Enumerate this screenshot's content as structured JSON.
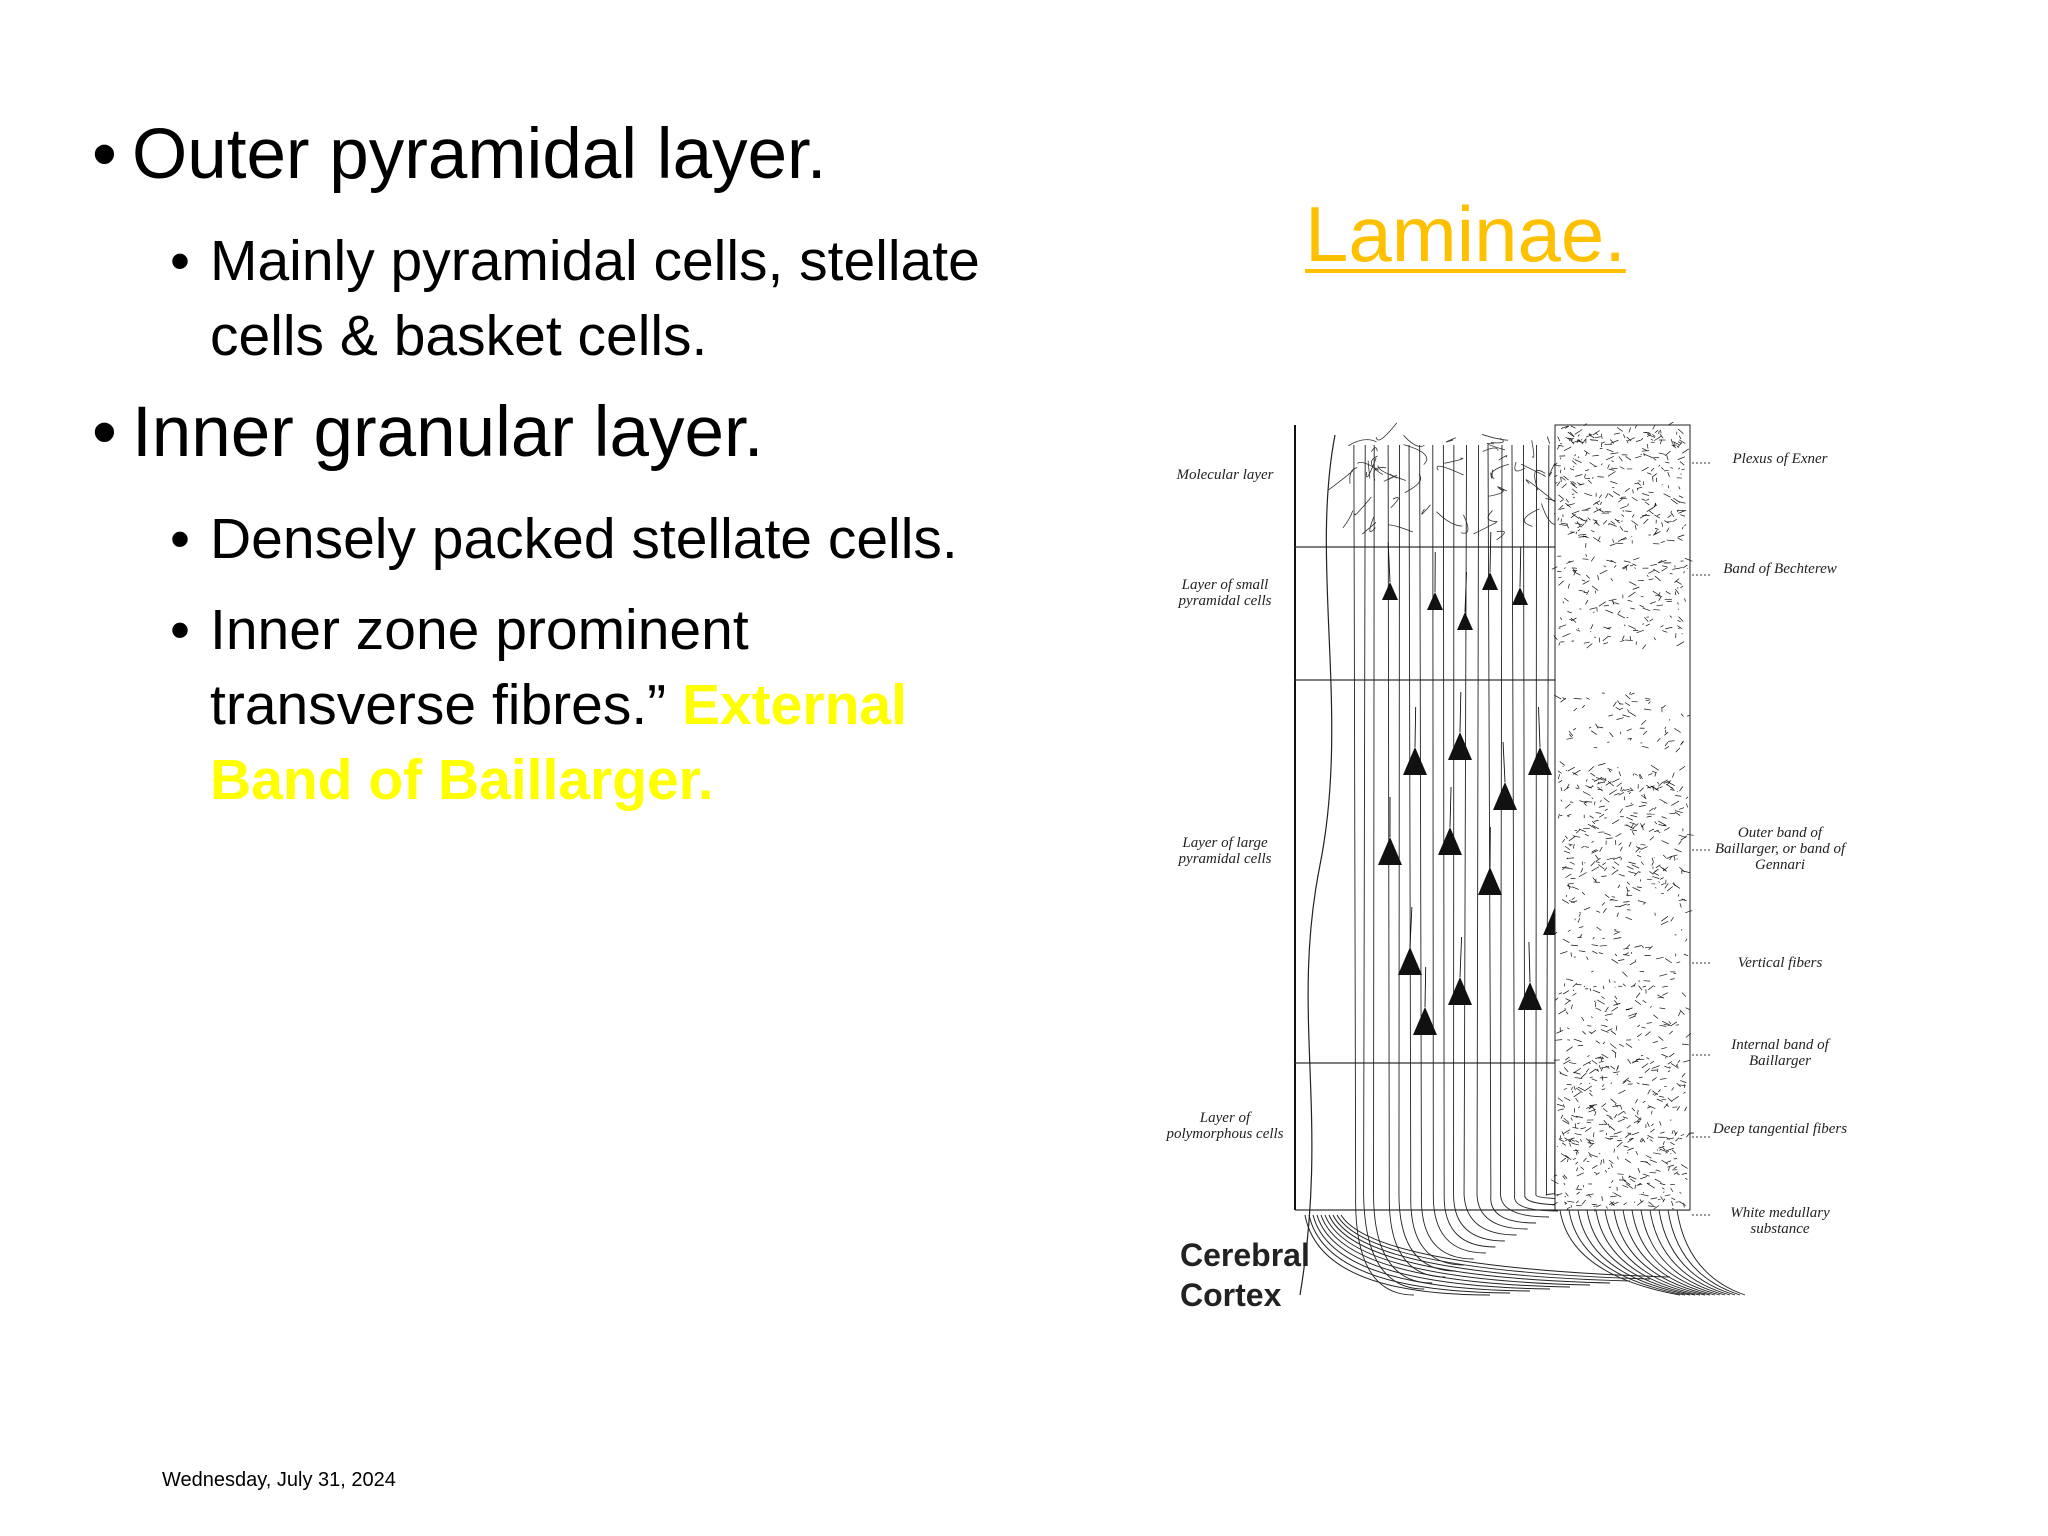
{
  "bullets": [
    {
      "text": "Outer pyramidal layer.",
      "sub": [
        {
          "text": "Mainly pyramidal cells, stellate cells & basket cells.",
          "highlight": ""
        }
      ]
    },
    {
      "text": "Inner granular layer.",
      "sub": [
        {
          "text": "Densely packed stellate cells.",
          "highlight": ""
        },
        {
          "text": "Inner zone prominent transverse fibres.”",
          "highlight": "External Band of Baillarger."
        }
      ]
    }
  ],
  "bullet_glyph": "•",
  "title": "Laminae.",
  "figure": {
    "layer_labels": [
      "Molecular layer",
      "Layer of small pyramidal cells",
      "Layer of large pyramidal cells",
      "Layer of polymorphous cells"
    ],
    "band_labels": [
      "Plexus of Exner",
      "Band of Bechterew",
      "Outer band of Baillarger, or band of Gennari",
      "Vertical fibers",
      "Internal band of Baillarger",
      "Deep tangential fibers",
      "White medullary substance"
    ],
    "caption_line1": "Cerebral",
    "caption_line2": "Cortex"
  },
  "footer": {
    "date": "Wednesday, July 31, 2024"
  },
  "colors": {
    "title": "#ffc000",
    "highlight": "#ffff00",
    "text": "#000000"
  }
}
